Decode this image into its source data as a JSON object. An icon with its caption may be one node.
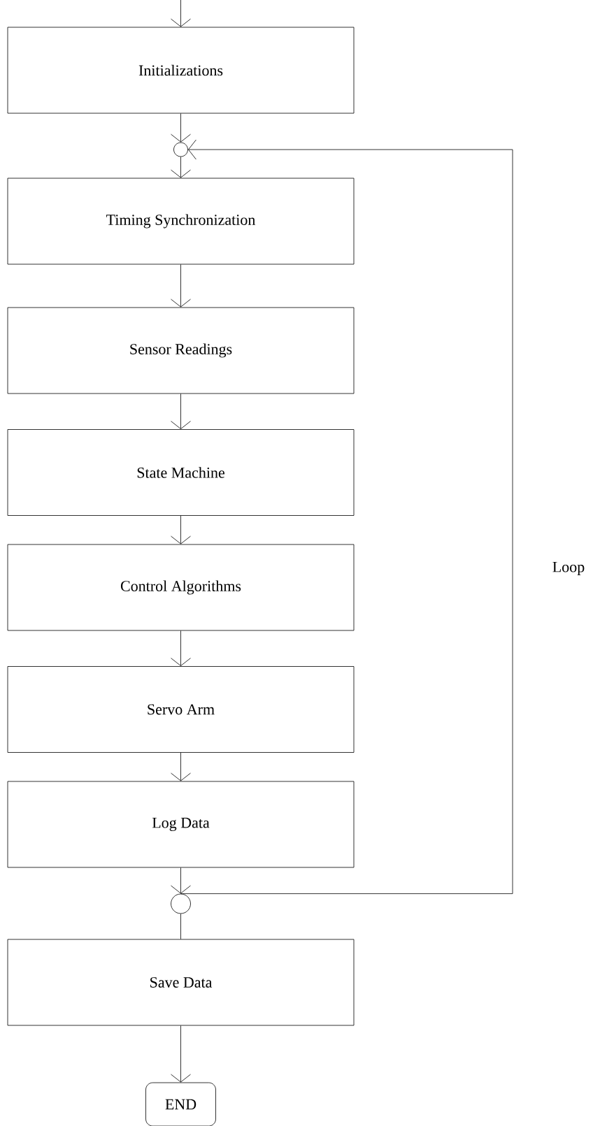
{
  "diagram": {
    "nodes": [
      {
        "text": [
          "Initializations"
        ]
      },
      {
        "text": [],
        "shape": "circle"
      },
      {
        "text": [
          "Timing Synchronization"
        ]
      },
      {
        "text": [
          "Sensor Readings"
        ]
      },
      {
        "text": [
          "State Machine"
        ]
      },
      {
        "text": [
          "Control Algorithms"
        ]
      },
      {
        "text": [
          "Servo Arm"
        ]
      },
      {
        "text": [
          "Log Data"
        ]
      },
      {
        "text": [],
        "shape": "circle"
      },
      {
        "text": [
          "Save Data"
        ]
      },
      {
        "text": [
          "END"
        ]
      }
    ],
    "edges": [
      {
        "from": null,
        "to": 0,
        "arrow": "to"
      },
      {
        "from": 0,
        "to": 1,
        "arrow": "to"
      },
      {
        "from": 1,
        "to": 2,
        "arrow": "to"
      },
      {
        "from": 2,
        "to": 3,
        "arrow": "to"
      },
      {
        "from": 3,
        "to": 4,
        "arrow": "to"
      },
      {
        "from": 4,
        "to": 5,
        "arrow": "to"
      },
      {
        "from": 5,
        "to": 6,
        "arrow": "to"
      },
      {
        "from": 6,
        "to": 7,
        "arrow": "to"
      },
      {
        "from": 7,
        "to": 8,
        "arrow": "to"
      },
      {
        "from": 8,
        "to": 1,
        "arrow": "to",
        "label": "Loop"
      },
      {
        "from": 8,
        "to": 9,
        "arrow": "none"
      },
      {
        "from": 9,
        "to": 10,
        "arrow": "to"
      }
    ]
  }
}
